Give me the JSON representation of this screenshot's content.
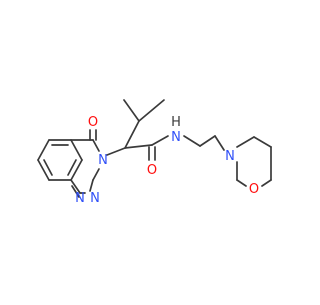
{
  "molecule": {
    "atom_labels": {
      "o_ketone": "O",
      "n_ring": "N",
      "n_ring_mid": "N",
      "n_ring_bottom": "N",
      "o_amide": "O",
      "nh_amide": "N",
      "h_amide": "H",
      "n_morpholine": "N",
      "o_morpholine": "O"
    },
    "colors": {
      "bond": "#3a3a3a",
      "oxygen": "#ff0d0d",
      "nitrogen": "#3050f8"
    }
  }
}
